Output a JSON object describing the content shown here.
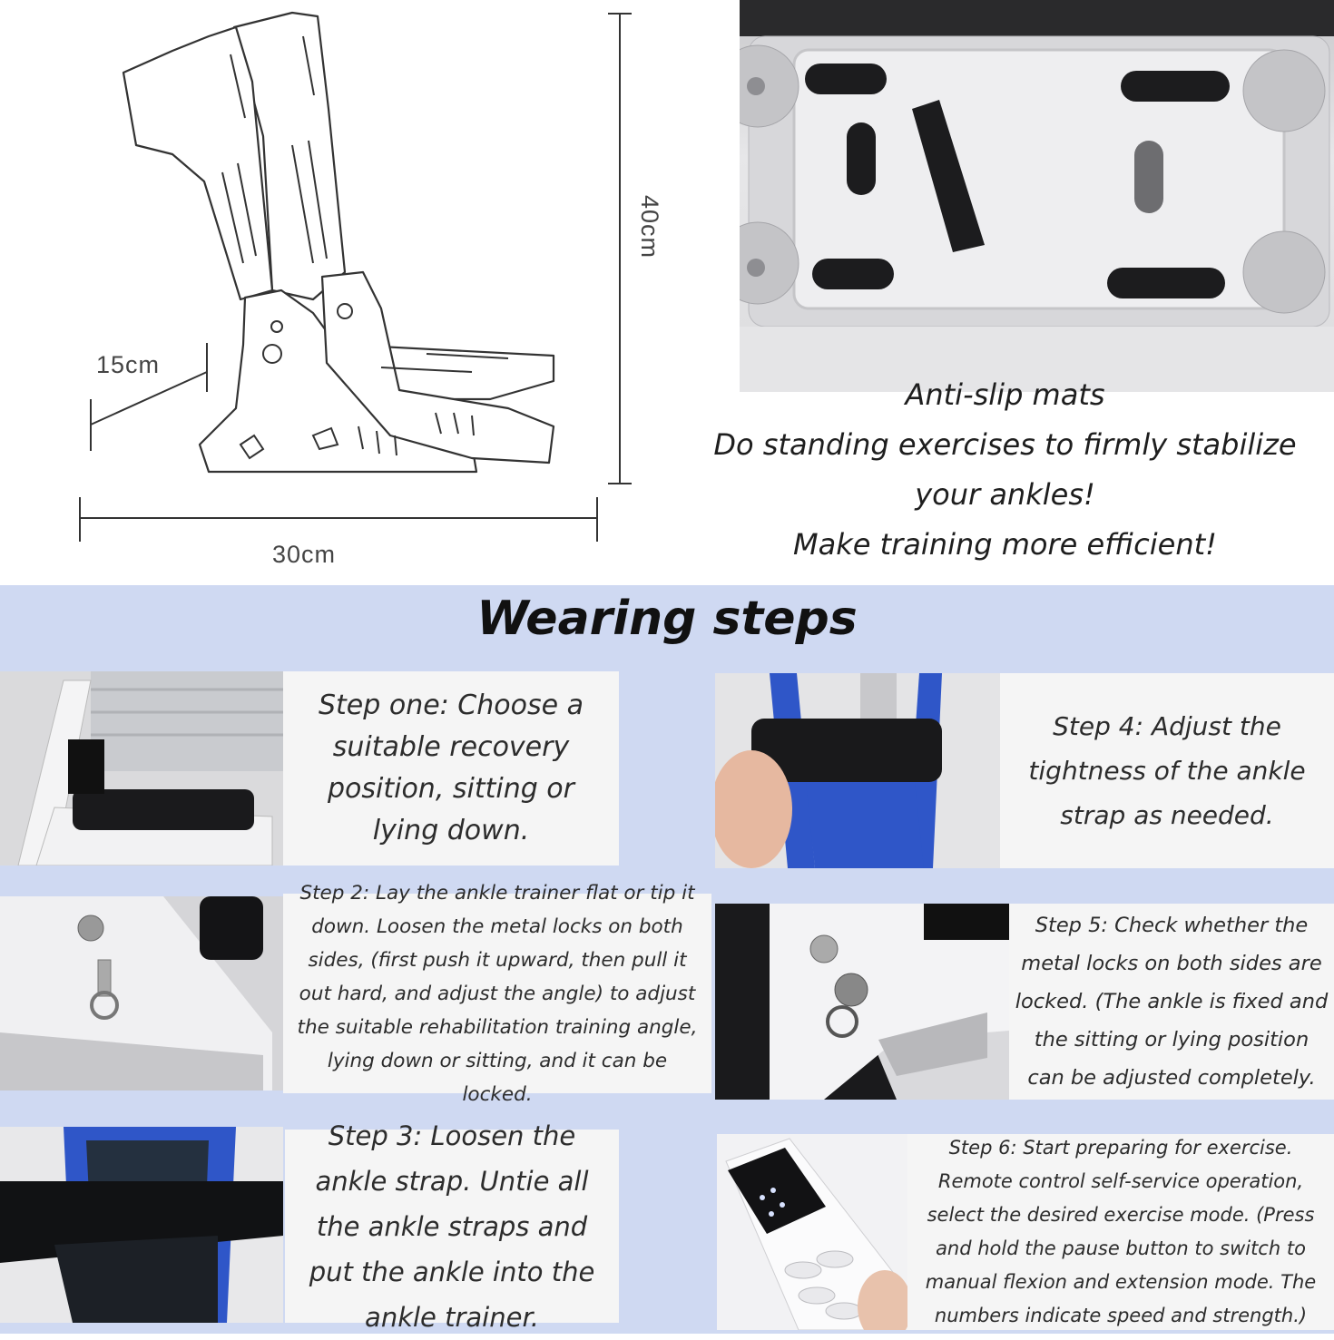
{
  "dimensions": {
    "height": "40cm",
    "depth": "15cm",
    "width": "30cm"
  },
  "mats": {
    "title": "Anti-slip mats",
    "line1": "Do standing exercises to firmly stabilize",
    "line2": "your ankles!",
    "line3": "Make training more efficient!"
  },
  "section_title": "Wearing steps",
  "steps": {
    "s1": "Step one: Choose a suitable recovery position, sitting or lying down.",
    "s2": "Step 2: Lay the ankle trainer flat or tip it down. Loosen the metal locks on both sides, (first push it upward, then pull it out hard, and adjust the angle) to adjust the suitable rehabilitation training angle, lying down or sitting, and it can be locked.",
    "s3": "Step 3: Loosen the ankle strap. Untie all the ankle straps and put the ankle into the ankle trainer.",
    "s4": "Step 4: Adjust the tightness of the ankle strap as needed.",
    "s5": "Step 5: Check whether the metal locks on both sides are locked. (The ankle is fixed and the sitting or lying position can be adjusted completely.",
    "s6": "Step 6: Start preparing for exercise. Remote control self-service operation, select the desired exercise mode. (Press and hold the pause button to switch to manual flexion and extension mode. The numbers indicate speed and strength.)"
  },
  "colors": {
    "band": "#cfd9f2",
    "blue_frame": "#2f56c8",
    "panel": "#f5f5f5"
  }
}
